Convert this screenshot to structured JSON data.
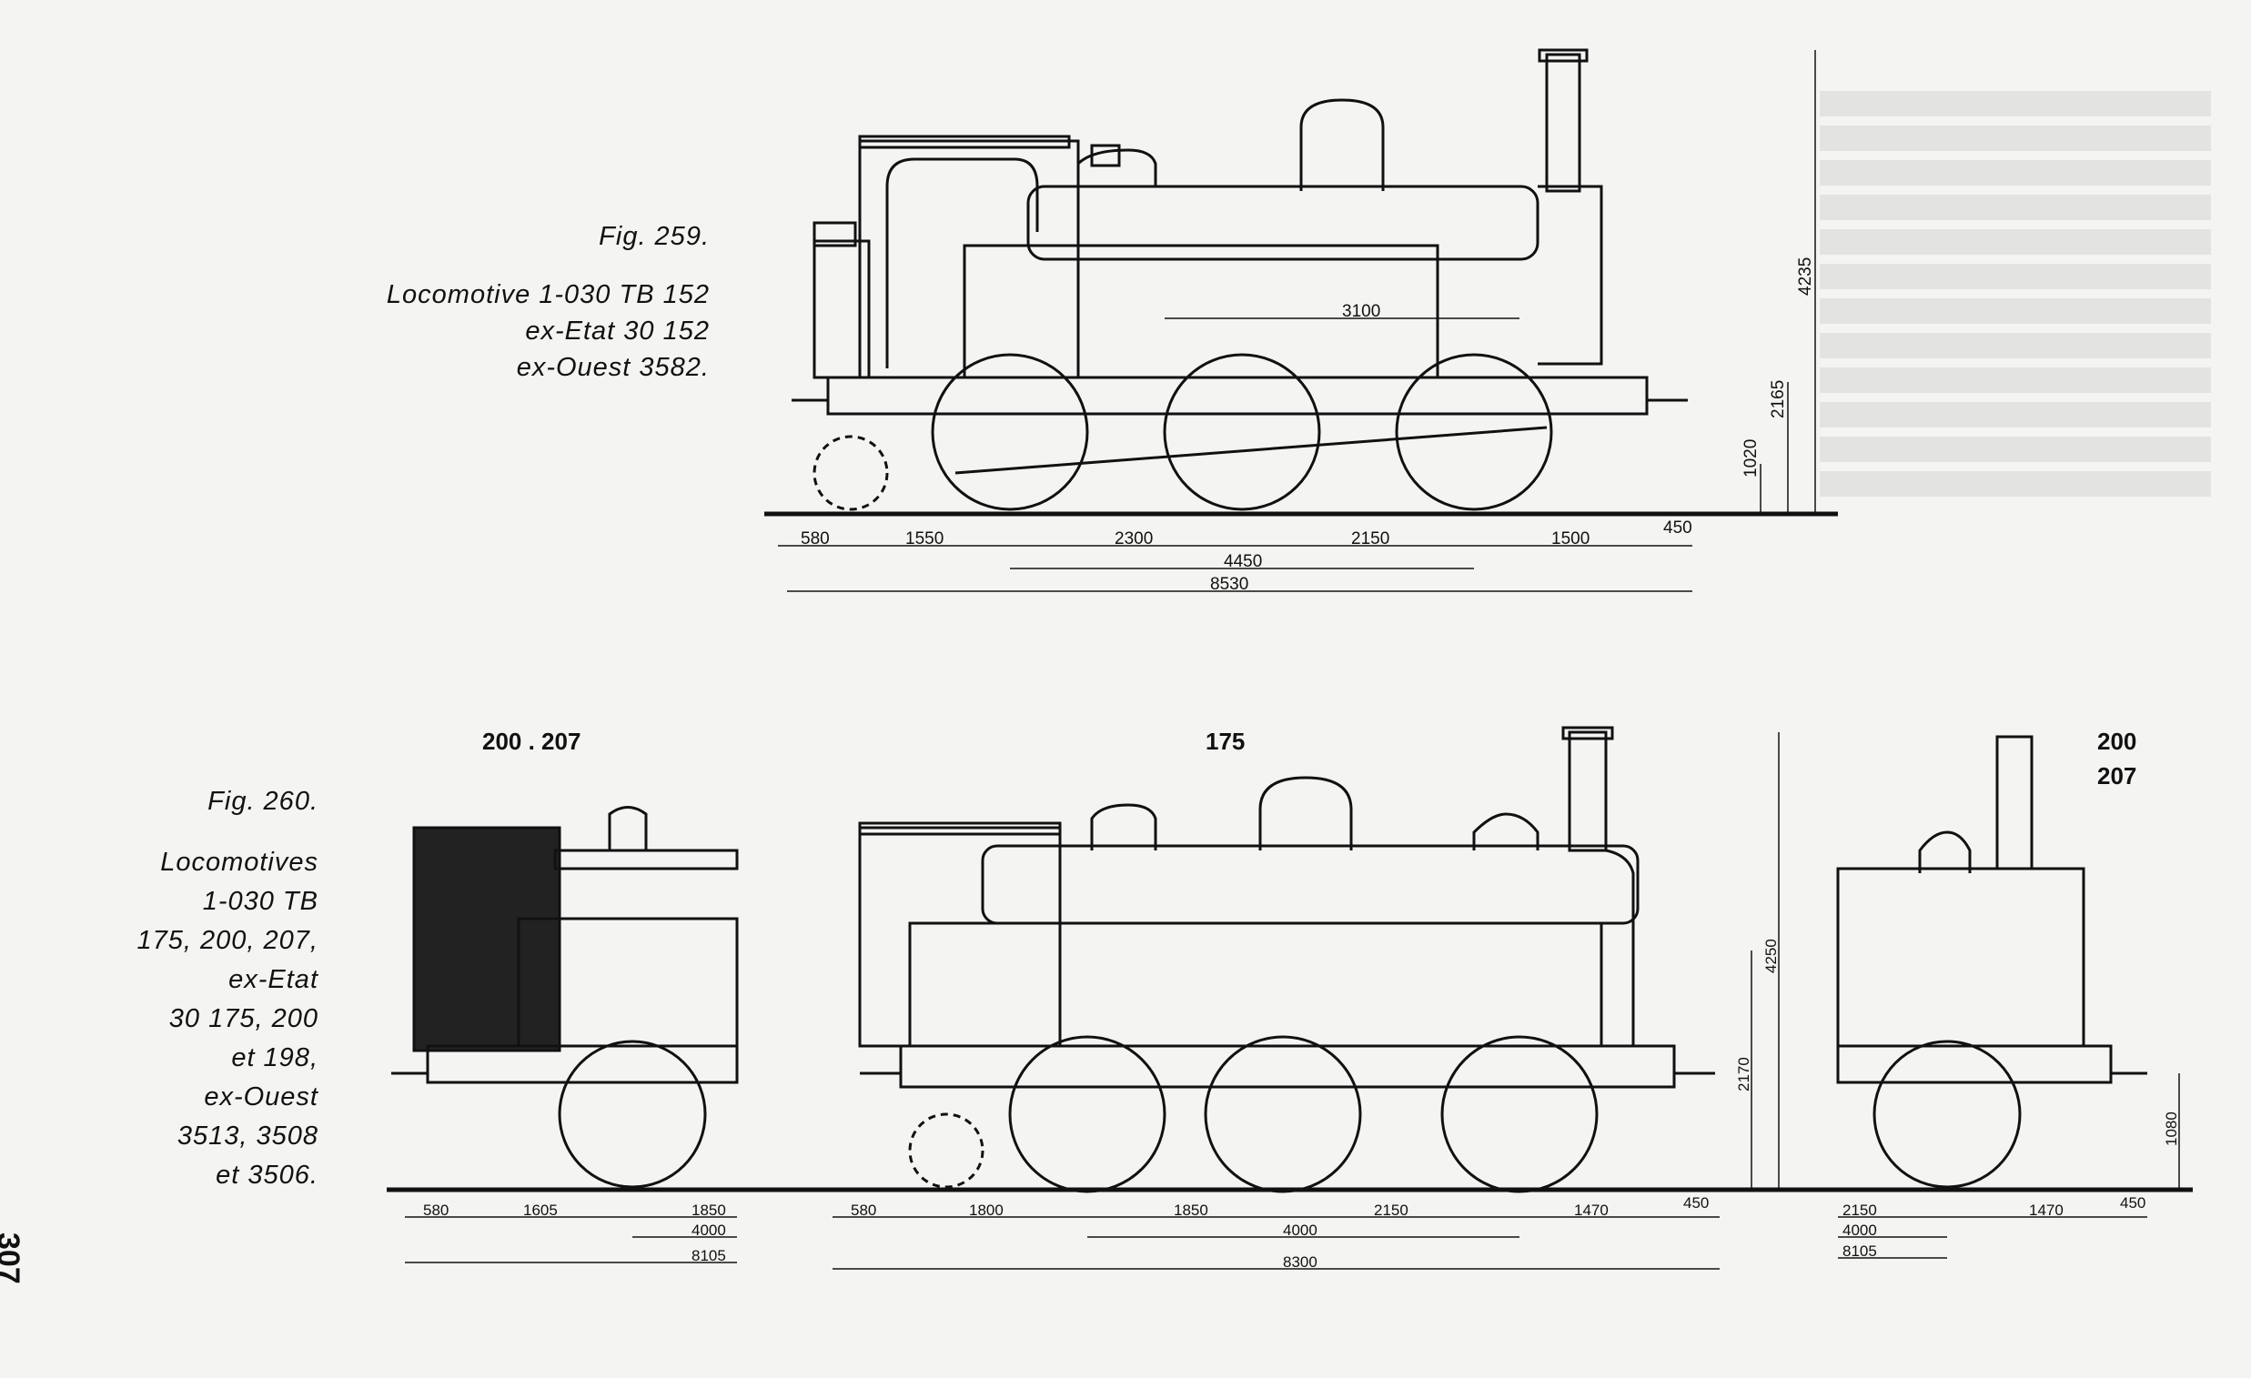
{
  "page_number": "307",
  "figures": {
    "fig259": {
      "caption_label": "Fig.  259.",
      "lines": [
        "Locomotive  1-030  TB  152",
        "ex-Etat  30 152",
        "ex-Ouest  3582."
      ],
      "dims_horizontal": [
        "580",
        "1550",
        "2300",
        "2150",
        "1500",
        "450"
      ],
      "wheelbase": "4450",
      "total_length": "8530",
      "tank_length": "3100",
      "heights": [
        "4235",
        "2165",
        "1020"
      ]
    },
    "fig260": {
      "caption_label": "Fig.  260.",
      "lines": [
        "Locomotives",
        "1-030  TB",
        "175,  200,  207,",
        "ex-Etat",
        "30 175,  200",
        "et  198,",
        "ex-Ouest",
        "3513,  3508",
        "et  3506."
      ],
      "left_variant_label": "200 . 207",
      "center_variant_label": "175",
      "right_variant_label": [
        "200",
        "207"
      ],
      "left_dims": [
        "580",
        "1605",
        "1850",
        "4000",
        "8105"
      ],
      "center_dims": [
        "580",
        "1800",
        "1850",
        "2150",
        "1470",
        "450",
        "4000",
        "8300"
      ],
      "right_dims": [
        "2150",
        "1470",
        "450",
        "4000",
        "8105"
      ],
      "heights": [
        "4250",
        "2170",
        "1080"
      ]
    }
  }
}
